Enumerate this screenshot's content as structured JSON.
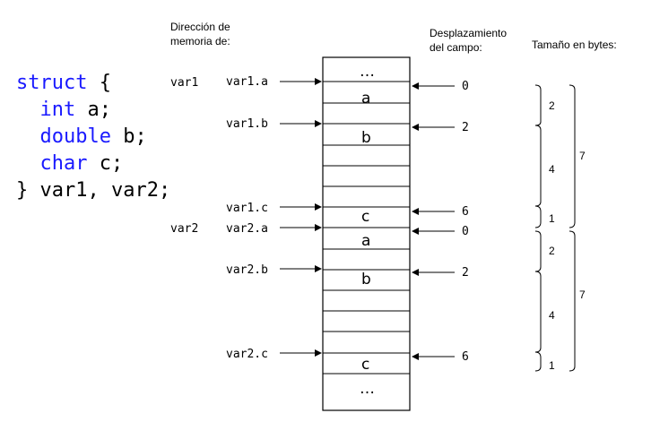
{
  "code": {
    "line1_kw": "struct",
    "line1_rest": " {",
    "line2_kw": "int",
    "line2_rest": " a;",
    "line3_kw": "double",
    "line3_rest": " b;",
    "line4_kw": "char",
    "line4_rest": " c;",
    "line5": "} var1, var2;"
  },
  "headers": {
    "address_line1": "Dirección de",
    "address_line2": "memoria de:",
    "offset_line1": "Desplazamiento",
    "offset_line2": "del campo:",
    "size": "Tamaño en bytes:"
  },
  "vars": {
    "var1": "var1",
    "var2": "var2"
  },
  "addresses": {
    "var1_a": "var1.a",
    "var1_b": "var1.b",
    "var1_c": "var1.c",
    "var2_a": "var2.a",
    "var2_b": "var2.b",
    "var2_c": "var2.c"
  },
  "cells": {
    "top_ellipsis": "…",
    "v1_a": "a",
    "v1_b": "b",
    "v1_c": "c",
    "v2_a": "a",
    "v2_b": "b",
    "v2_c": "c",
    "bottom_ellipsis": "…"
  },
  "offsets": {
    "v1_a": "0",
    "v1_b": "2",
    "v1_c": "6",
    "v2_a": "0",
    "v2_b": "2",
    "v2_c": "6"
  },
  "sizes": {
    "v1_a": "2",
    "v1_b": "4",
    "v1_c": "1",
    "v1_total": "7",
    "v2_a": "2",
    "v2_b": "4",
    "v2_c": "1",
    "v2_total": "7"
  }
}
